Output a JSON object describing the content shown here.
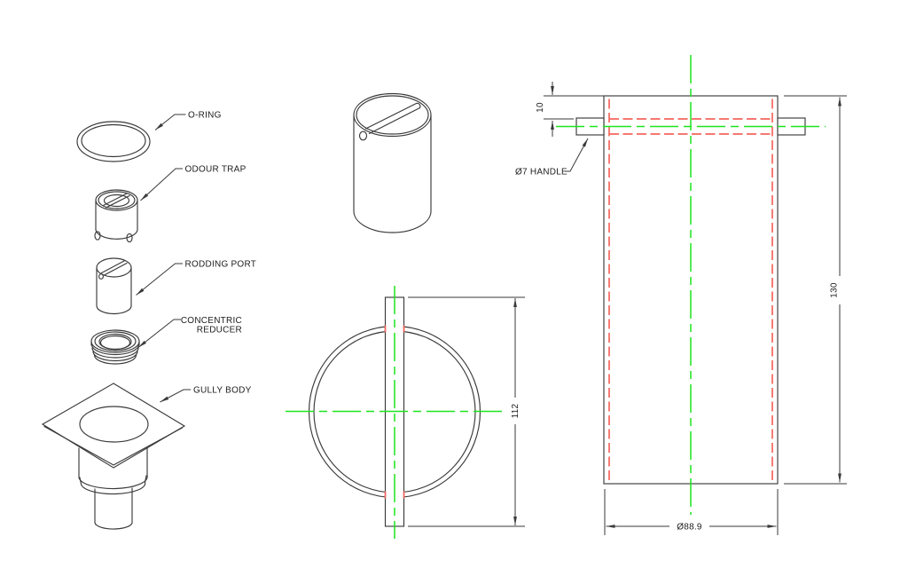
{
  "drawing": {
    "part_labels": {
      "o_ring": "O-RING",
      "odour_trap": "ODOUR TRAP",
      "rodding_port": "RODDING PORT",
      "concentric_reducer_line1": "CONCENTRIC",
      "concentric_reducer_line2": "REDUCER",
      "gully_body": "GULLY BODY",
      "handle": "Ø7 HANDLE"
    },
    "dimensions": {
      "handle_offset_from_top": "10",
      "handle_length": "112",
      "body_height": "130",
      "body_diameter": "Ø88.9"
    },
    "colors": {
      "line": "#3a3a3a",
      "centerline": "#1ee41e",
      "hidden": "#f4665c",
      "text": "#202020",
      "background": "#ffffff"
    }
  }
}
